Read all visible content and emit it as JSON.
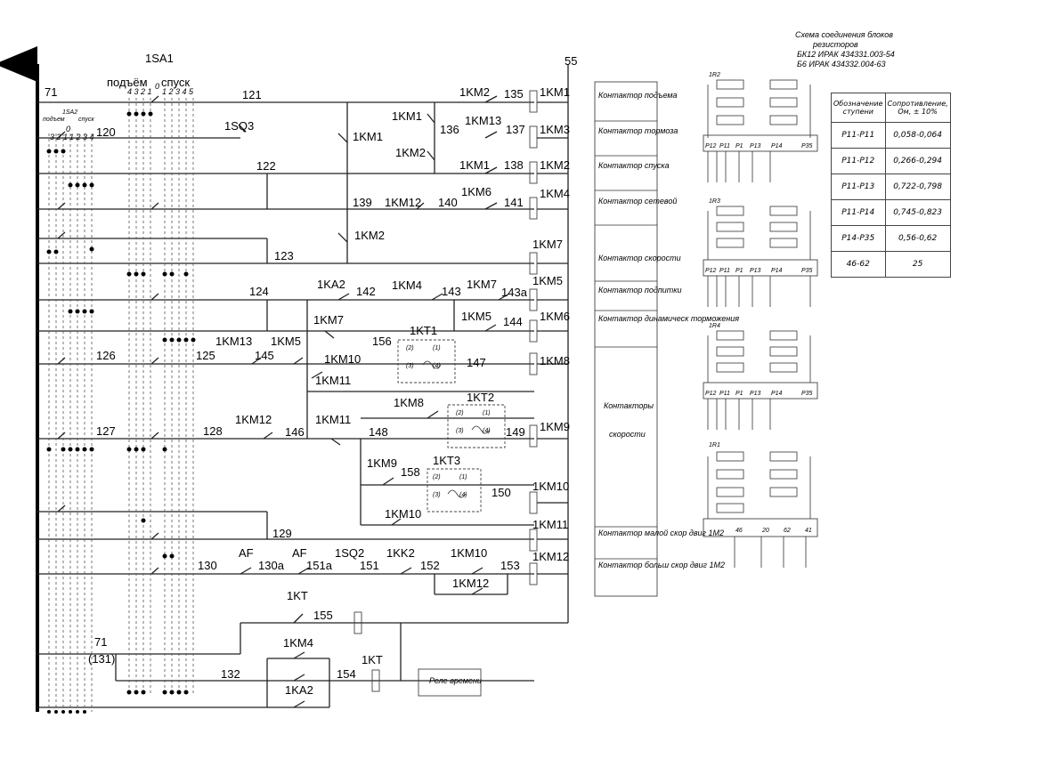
{
  "diagram": {
    "node_labels": {
      "n71_top": "71",
      "n55": "55",
      "n120": "120",
      "n121": "121",
      "n122": "122",
      "n123": "123",
      "n124": "124",
      "n126": "126",
      "n127": "127",
      "n128": "128",
      "n129": "129",
      "n130": "130",
      "n130a": "130a",
      "n151a": "151a",
      "n151": "151",
      "n152": "152",
      "n153": "153",
      "n135": "135",
      "n136": "136",
      "n137": "137",
      "n138": "138",
      "n139": "139",
      "n140": "140",
      "n141": "141",
      "n142": "142",
      "n143": "143",
      "n143a": "143a",
      "n144": "144",
      "n145": "145",
      "n125": "125",
      "n146": "146",
      "n147": "147",
      "n148": "148",
      "n149": "149",
      "n150": "150",
      "n154": "154",
      "n155": "155",
      "n156": "156",
      "n158": "158",
      "n132": "132",
      "n71_bottom": "71",
      "n131": "(131)"
    },
    "selector_labels": {
      "sa1": "1SA1",
      "up": "подъём",
      "down": "спуск",
      "left_digits": "4 3 2 1",
      "zero": "0",
      "right_digits": "1 2 3 4 5",
      "sa2": "1SA2",
      "sa2_up": "подъем",
      "sa2_down": "спуск",
      "sa2_left": "3 2 1",
      "sa2_zero": "0",
      "sa2_right": "1 2 3 4"
    },
    "component_labels": {
      "sq3": "1SQ3",
      "sq2": "1SQ2",
      "km1_c1": "1KM1",
      "km1_c2": "1KM1",
      "km1_c3": "1KM1",
      "km2_c1": "1KM2",
      "km2_c2": "1KM2",
      "km2_c3": "1KM2",
      "km13_c1": "1KM13",
      "km13_c2": "1KM13",
      "km12_c1": "1KM12",
      "km12_c2": "1KM12",
      "km12_c3": "1KM12",
      "km6_c1": "1KM6",
      "ka2_c1": "1KA2",
      "ka2_c2": "1KA2",
      "km4_c1": "1KM4",
      "km4_c2": "1KM4",
      "km7_c1": "1KM7",
      "km7_c2": "1KM7",
      "km5_c1": "1KM5",
      "km5_c2": "1KM5",
      "km10_c1": "1KM10",
      "km10_c2": "1KM10",
      "km10_c3": "1KM10",
      "km11_c1": "1KM11",
      "km11_c2": "1KM11",
      "km8_c1": "1KM8",
      "km9_c1": "1KM9",
      "kt1": "1KT1",
      "kt2": "1KT2",
      "kt3": "1KT3",
      "kt_c1": "1KT",
      "kt_c2": "1KT",
      "af1": "AF",
      "af2": "AF",
      "kk2": "1KK2"
    },
    "coil_labels": [
      "1KM1",
      "1KM3",
      "1KM2",
      "1KM4",
      "1KM7",
      "1KM5",
      "1KM6",
      "1KM8",
      "1KM9",
      "1KM10",
      "1KM11",
      "1KM12"
    ],
    "timer_terminals": [
      "(2)",
      "(1)",
      "(3)",
      "(4)"
    ],
    "descriptions": {
      "d1": "Контактор подъема",
      "d2": "Контактор тормоза",
      "d3": "Контактор спуска",
      "d4": "Контактор сетевой",
      "d5": "Контактор скорости",
      "d6": "Контактор подпитки",
      "d7": "Контактор динамическ торможения",
      "d8": "Контакторы",
      "d8b": "скорости",
      "d9": "Контактор малой скор двиг 1М2",
      "d10": "Контактор больш скор двиг 1М2",
      "relay": "Реле времени"
    },
    "resistor_title": [
      "Схема соединения блоков",
      "резисторов",
      "БК12 ИРАК 434331.003-54",
      "Б6 ИРАК 434332.004-63"
    ],
    "resistor_blocks": [
      "1R2",
      "1R3",
      "1R4",
      "1R1"
    ],
    "terminal_labels": [
      "Р12",
      "Р11",
      "Р1",
      "Р13",
      "Р14",
      "Р35"
    ],
    "bottom_terminal_labels": [
      "46",
      "20",
      "62",
      "41"
    ],
    "resistance_table": {
      "headers": [
        "Обозначение ступени",
        "Сопротивление, Ом, ± 10%"
      ],
      "rows": [
        [
          "Р11-Р11",
          "0,058-0,064"
        ],
        [
          "Р11-Р12",
          "0,266-0,294"
        ],
        [
          "Р11-Р13",
          "0,722-0,798"
        ],
        [
          "Р11-Р14",
          "0,745-0,823"
        ],
        [
          "Р14-Р35",
          "0,56-0,62"
        ],
        [
          "46-62",
          "25"
        ]
      ]
    }
  }
}
